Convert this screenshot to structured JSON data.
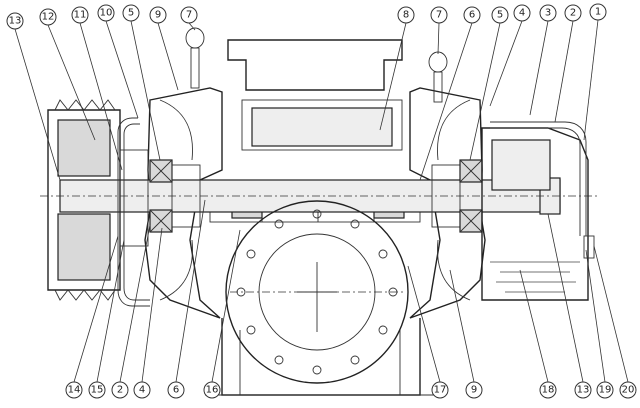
{
  "callouts_top": [
    {
      "id": "13",
      "label": "13"
    },
    {
      "id": "12",
      "label": "12"
    },
    {
      "id": "11",
      "label": "11"
    },
    {
      "id": "10",
      "label": "10"
    },
    {
      "id": "5a",
      "label": "5"
    },
    {
      "id": "9a",
      "label": "9"
    },
    {
      "id": "7a",
      "label": "7"
    },
    {
      "id": "8",
      "label": "8"
    },
    {
      "id": "7b",
      "label": "7"
    },
    {
      "id": "6a",
      "label": "6"
    },
    {
      "id": "5b",
      "label": "5"
    },
    {
      "id": "4a",
      "label": "4"
    },
    {
      "id": "3",
      "label": "3"
    },
    {
      "id": "2a",
      "label": "2"
    },
    {
      "id": "1",
      "label": "1"
    }
  ],
  "callouts_bottom": [
    {
      "id": "14",
      "label": "14"
    },
    {
      "id": "15",
      "label": "15"
    },
    {
      "id": "2b",
      "label": "2"
    },
    {
      "id": "4b",
      "label": "4"
    },
    {
      "id": "6b",
      "label": "6"
    },
    {
      "id": "16",
      "label": "16"
    },
    {
      "id": "17",
      "label": "17"
    },
    {
      "id": "9b",
      "label": "9"
    },
    {
      "id": "18",
      "label": "18"
    },
    {
      "id": "13b",
      "label": "13"
    },
    {
      "id": "19",
      "label": "19"
    },
    {
      "id": "20",
      "label": "20"
    }
  ]
}
